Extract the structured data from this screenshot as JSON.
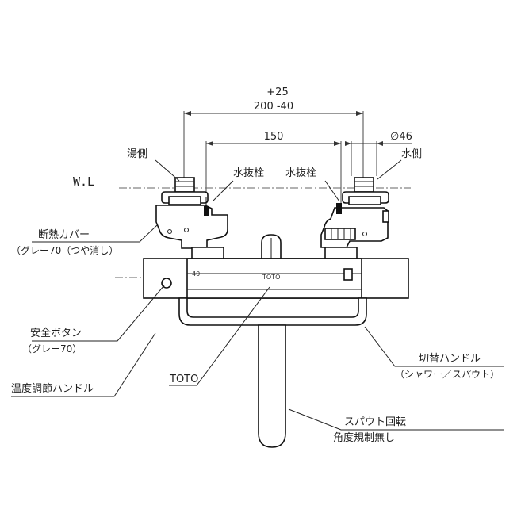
{
  "labels": {
    "dim_tol_upper": "+25",
    "dim_main": "200 -40",
    "dim_150": "150",
    "dim_dia": "∅46",
    "hot_side": "湯側",
    "cold_side": "水側",
    "water_level": "W.L",
    "drain_plug_left": "水抜栓",
    "drain_plug_right": "水抜栓",
    "insulation_cover": "断熱カバー",
    "insulation_cover_sub": "（グレー70（つや消し）",
    "safety_button": "安全ボタン",
    "safety_button_sub": "（グレー70）",
    "temp_handle": "温度調節ハンドル",
    "brand": "TOTO",
    "switch_handle": "切替ハンドル",
    "switch_handle_sub": "（シャワー／スパウト）",
    "spout_rotation": "スパウト回転",
    "spout_rotation_sub": "角度規制無し",
    "dial_40": "40",
    "body_brand_mark": "TOTO"
  }
}
